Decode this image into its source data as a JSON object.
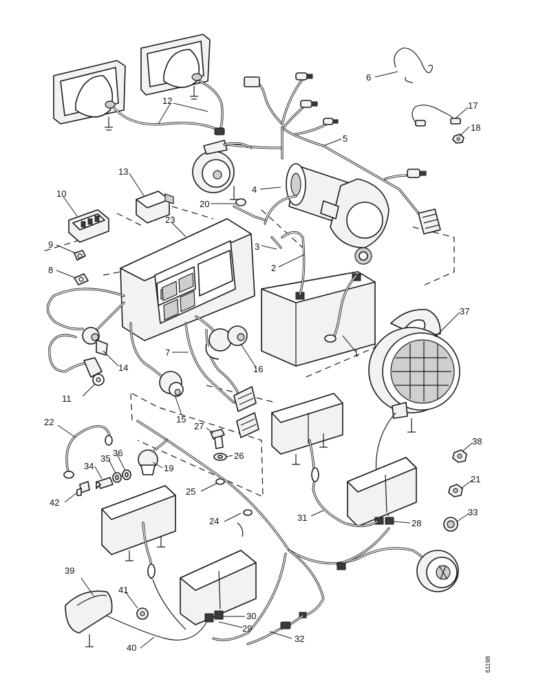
{
  "figure": {
    "drawing_code": "61198"
  },
  "callouts": [
    "1",
    "2",
    "3",
    "4",
    "5",
    "6",
    "7",
    "8",
    "9",
    "10",
    "11",
    "12",
    "13",
    "14",
    "15",
    "16",
    "17",
    "18",
    "19",
    "20",
    "21",
    "22",
    "23",
    "24",
    "25",
    "26",
    "27",
    "28",
    "29",
    "30",
    "31",
    "32",
    "33",
    "34",
    "35",
    "36",
    "37",
    "38",
    "39",
    "40",
    "41",
    "42"
  ],
  "colors": {
    "line": "#1a1a1a",
    "background": "#ffffff",
    "shade": "#cfcfcf"
  }
}
